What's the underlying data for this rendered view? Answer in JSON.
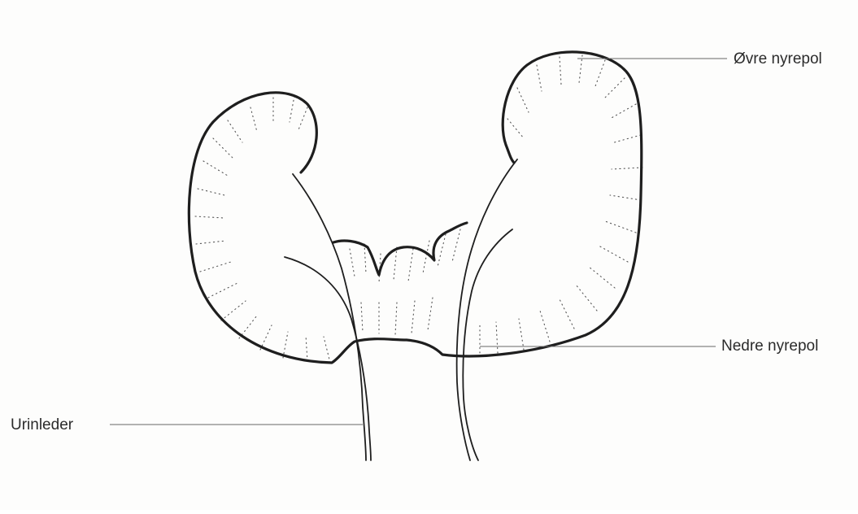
{
  "labels": {
    "upper_pole": "Øvre nyrepol",
    "lower_pole": "Nedre nyrepol",
    "ureter": "Urinleder"
  }
}
